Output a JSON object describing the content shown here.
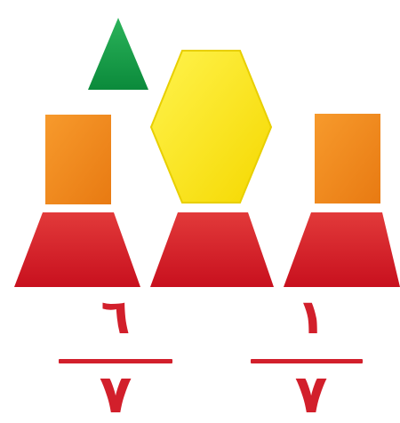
{
  "fractions": {
    "left": {
      "numerator": "٦",
      "denominator": "٧"
    },
    "right": {
      "numerator": "١",
      "denominator": "٧"
    }
  },
  "colors": {
    "triangle": "#0f9a45",
    "hexagon": "#ffea00",
    "square": "#f28a1e",
    "trapezoid": "#d81f2a",
    "text": "#d21f2b"
  }
}
